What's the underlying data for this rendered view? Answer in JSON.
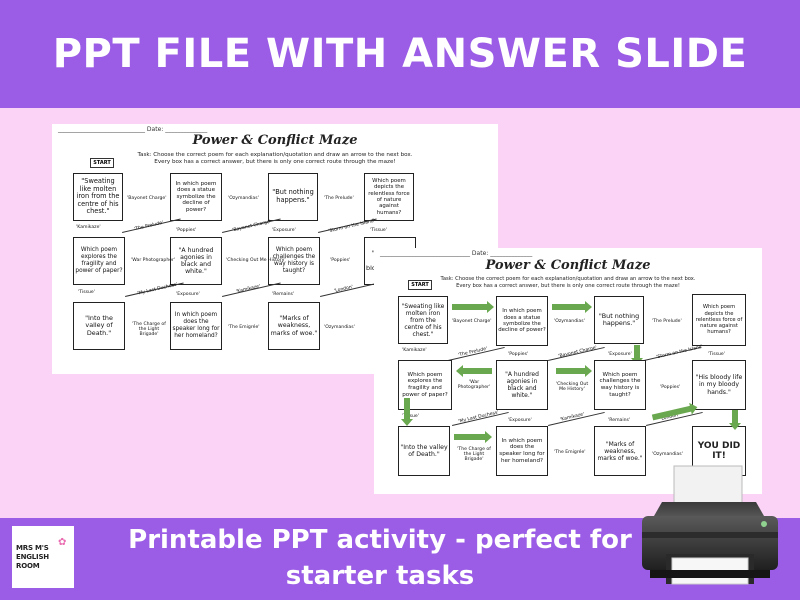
{
  "banner": {
    "title": "PPT FILE WITH ANSWER SLIDE"
  },
  "footer": {
    "line1": "Printable PPT activity - perfect for",
    "line2": "starter tasks"
  },
  "logo": {
    "line1": "MRS M'S",
    "line2": "ENGLISH ROOM"
  },
  "colors": {
    "purple": "#9b5de5",
    "pink": "#fbd3f6",
    "arrow_green": "#6aa84f"
  },
  "worksheet": {
    "date_label": "Date:",
    "title": "Power & Conflict Maze",
    "task": "Task: Choose the correct poem for each explanation/quotation and draw an arrow to the next box.",
    "task2": "Every box has a correct answer, but there is only one correct route through the maze!",
    "start_label": "START",
    "row1": [
      "\"Sweating like molten iron from the centre of his chest.\"",
      "In which poem does a statue symbolize the decline of power?",
      "\"But nothing happens.\"",
      "Which poem depicts the relentless force of nature against humans?"
    ],
    "row2": [
      "Which poem explores the fragility and power of paper?",
      "\"A hundred agonies in black and white.\"",
      "Which poem challenges the way history is taught?",
      "\"His bloody life in my bloody hands.\""
    ],
    "row3": [
      "\"Into the valley of Death.\"",
      "In which poem does the speaker long for her homeland?",
      "\"Marks of weakness, marks of woe.\""
    ],
    "row1_links": [
      "'Bayonet Charge'",
      "'Ozymandias'",
      "'The Prelude'"
    ],
    "row1_below": [
      "'Kamikaze'",
      "'Poppies'",
      "'Exposure'",
      "'Tissue'"
    ],
    "row1_diag": [
      "'The Prelude'",
      "'Bayonet Charge'",
      "'Storm on the Island'"
    ],
    "row2_links": [
      "'War Photographer'",
      "'Checking Out Me History'",
      "'Poppies'"
    ],
    "row2_below": [
      "'Tissue'",
      "'Exposure'",
      "'Remains'"
    ],
    "row2_diag": [
      "'My Last Duchess'",
      "'Kamikaze'",
      "'London'"
    ],
    "row3_links": [
      "'The Charge of the Light Brigade'",
      "'The Emigrée'",
      "'Ozymandias'"
    ],
    "done_label": "YOU DID IT!"
  }
}
